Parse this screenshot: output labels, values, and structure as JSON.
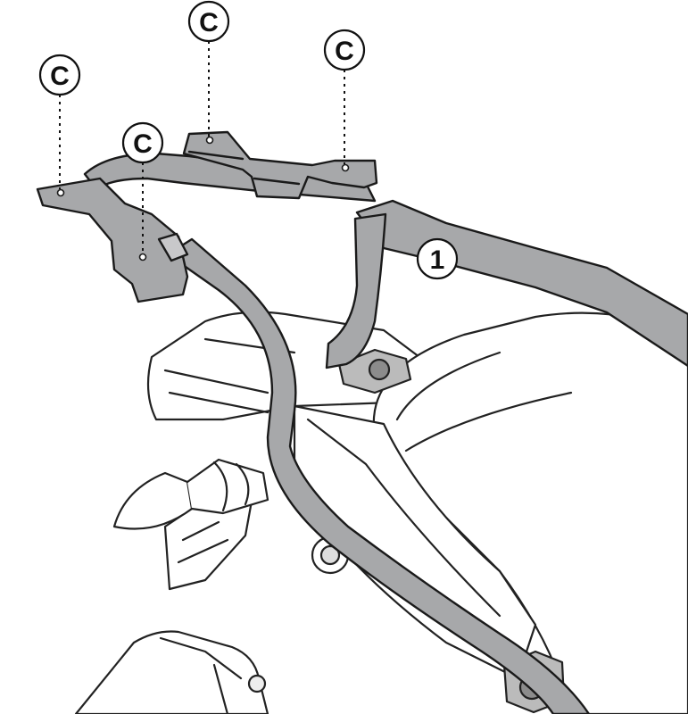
{
  "callouts": {
    "screw_1": "C",
    "screw_2": "C",
    "screw_3": "C",
    "screw_4": "C",
    "part_1": "1"
  },
  "colors": {
    "rack_fill": "#a7a8aa",
    "rack_stroke": "#1a1a1a",
    "bike_fill": "#ffffff",
    "bike_stroke": "#222222",
    "dark_part": "#8c8c8c"
  }
}
